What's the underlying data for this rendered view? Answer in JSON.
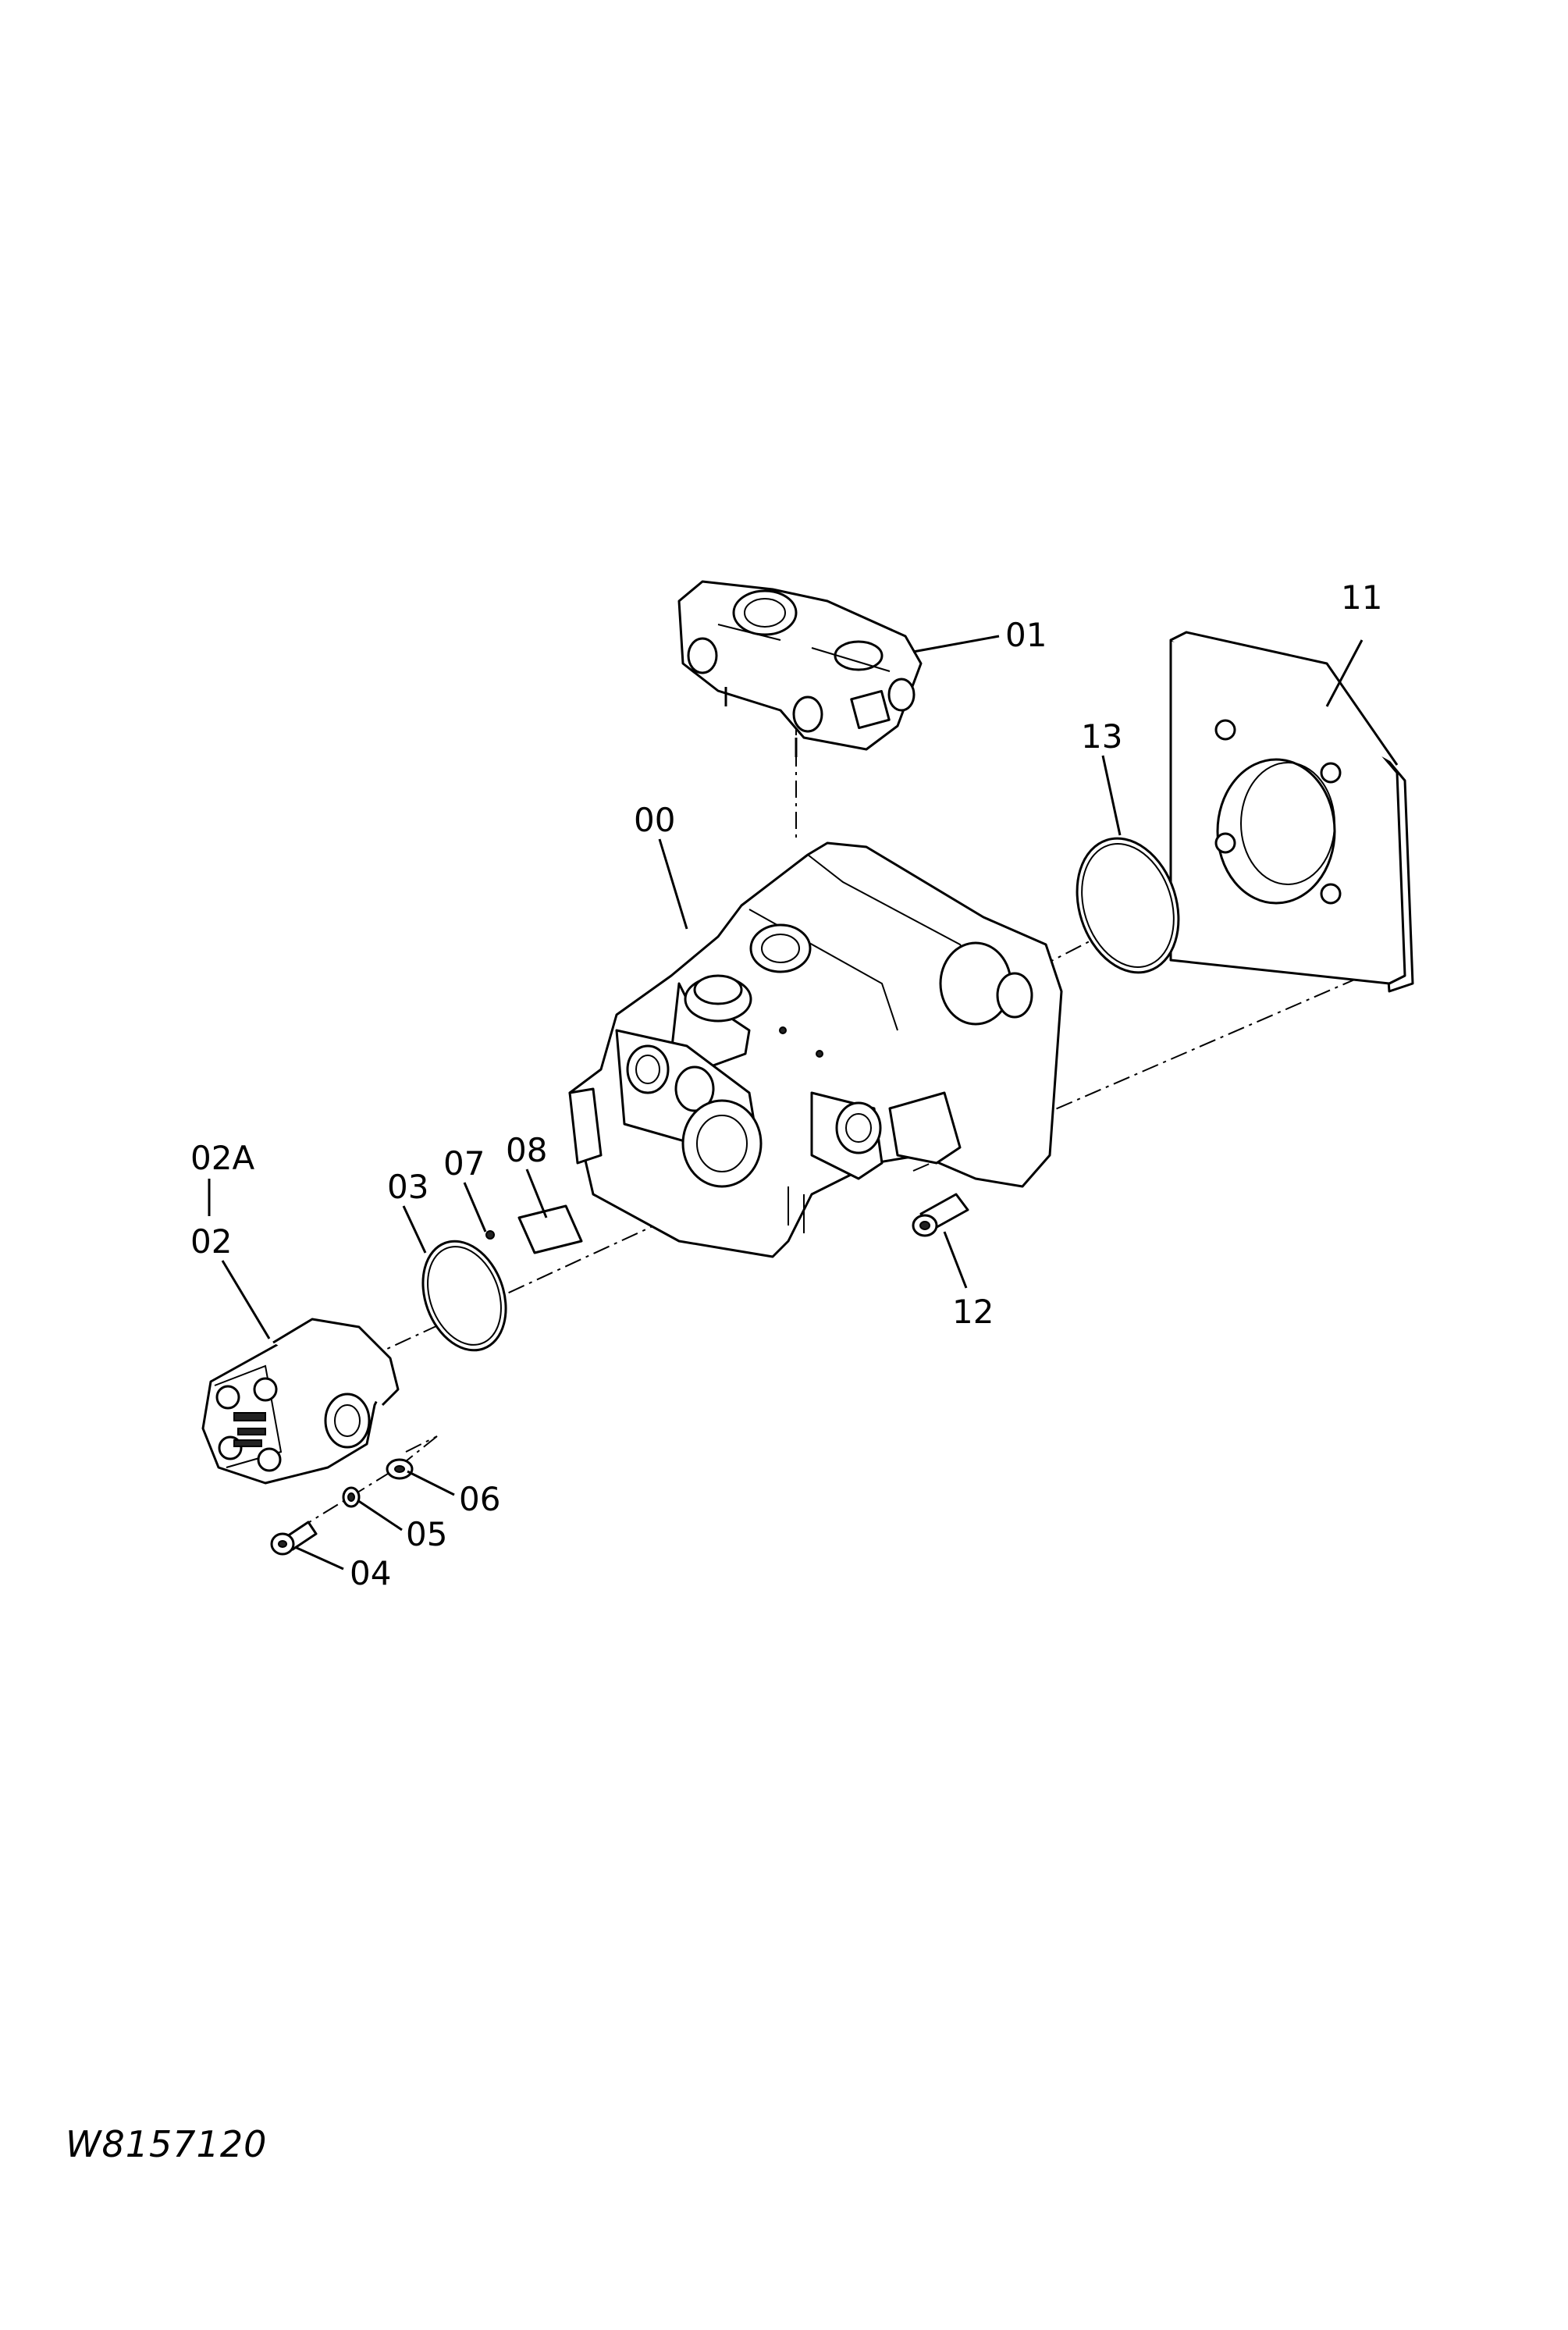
{
  "drawing_code": "W8157120",
  "callouts": {
    "c00": "00",
    "c01": "01",
    "c02": "02",
    "c02a": "02A",
    "c03": "03",
    "c04": "04",
    "c05": "05",
    "c06": "06",
    "c07": "07",
    "c08": "08",
    "c11": "11",
    "c12": "12",
    "c13": "13"
  },
  "colors": {
    "line": "#000000",
    "background": "#ffffff"
  }
}
